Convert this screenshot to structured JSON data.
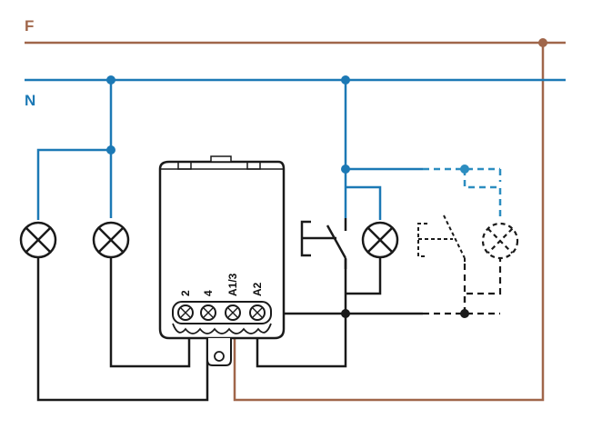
{
  "lines": {
    "phase_label": "F",
    "neutral_label": "N"
  },
  "device": {
    "terminals": [
      {
        "id": "t2",
        "label": "2"
      },
      {
        "id": "t4",
        "label": "4"
      },
      {
        "id": "tA13",
        "label": "A1/3"
      },
      {
        "id": "tA2",
        "label": "A2"
      }
    ]
  },
  "colors": {
    "phase": "#a0664a",
    "neutral": "#1c79b5",
    "load": "#1a1a1a",
    "dashed_neutral": "#2c8dc0"
  },
  "icons": [
    "lamp-icon",
    "pushbutton-icon",
    "terminal-screw-icon"
  ]
}
